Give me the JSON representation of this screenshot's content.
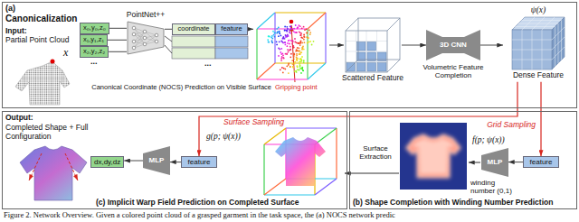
{
  "diagram": {
    "caption": "Figure 2. Network Overview. Given a colored point cloud of a grasped garment in the task space, the (a) NOCS network predic",
    "nodes": [
      {
        "text": [
          "(a)",
          "Canonicalization"
        ]
      },
      {
        "text": [
          "x₀,y₀,z₀"
        ],
        "in": 0
      },
      {
        "text": [
          "x₁,y₁,z₁"
        ],
        "in": 0
      },
      {
        "text": [
          "x₂,y₂,z₂"
        ],
        "in": 0
      },
      {
        "text": [
          "PointNet++"
        ],
        "in": 0
      },
      {
        "text": [
          "coordinate"
        ],
        "in": 0
      },
      {
        "text": [
          "feature"
        ],
        "in": 0
      },
      {
        "text": [
          "Canonical Coordinate (NOCS) Prediction on Visible Surface"
        ],
        "in": 0
      },
      {
        "text": [
          "Scattered Feature"
        ],
        "in": 0
      },
      {
        "text": [
          "3D CNN",
          "Volumetric Feature Completion"
        ],
        "in": 0
      },
      {
        "text": [
          "ψ(x)",
          "Dense Feature"
        ],
        "in": 0
      },
      {
        "text": [
          "(b) Shape Completion with Winding Number Prediction"
        ]
      },
      {
        "text": [
          "feature"
        ],
        "in": 11
      },
      {
        "text": [
          "MLP"
        ],
        "in": 11
      },
      {
        "text": [
          "(c) Implicit Warp Field Prediction on Completed Surface"
        ]
      },
      {
        "text": [
          "feature"
        ],
        "in": 14
      },
      {
        "text": [
          "MLP"
        ],
        "in": 14
      },
      {
        "text": [
          "dx,dy,dz"
        ],
        "in": 14
      }
    ],
    "edges": [
      {
        "from": 1,
        "to": 4,
        "arrow": "none"
      },
      {
        "from": 2,
        "to": 4,
        "arrow": "none"
      },
      {
        "from": 3,
        "to": 4,
        "arrow": "none"
      },
      {
        "from": 4,
        "to": 5,
        "arrow": "none"
      },
      {
        "from": 6,
        "to": 7,
        "arrow": "to"
      },
      {
        "from": 7,
        "to": 8,
        "arrow": "to"
      },
      {
        "from": 8,
        "to": 9,
        "arrow": "to"
      },
      {
        "from": 9,
        "to": 10,
        "arrow": "to"
      },
      {
        "from": 10,
        "to": 12,
        "label": "Grid Sampling",
        "arrow": "to"
      },
      {
        "from": 10,
        "to": 15,
        "label": "Surface Sampling",
        "arrow": "to"
      },
      {
        "from": 12,
        "to": 13,
        "arrow": "to"
      },
      {
        "from": 15,
        "to": 16,
        "arrow": "to"
      },
      {
        "from": 16,
        "to": 17,
        "arrow": "to"
      }
    ],
    "labels": [
      "x",
      "Input:",
      "Partial Point Cloud",
      "...",
      "...",
      "Gripping point",
      "f(p; ψ(x))",
      "winding number (0,1)",
      "Surface Extraction",
      "Output:",
      "Completed Shape + Full Configuration",
      "g(p; ψ(x))"
    ]
  }
}
